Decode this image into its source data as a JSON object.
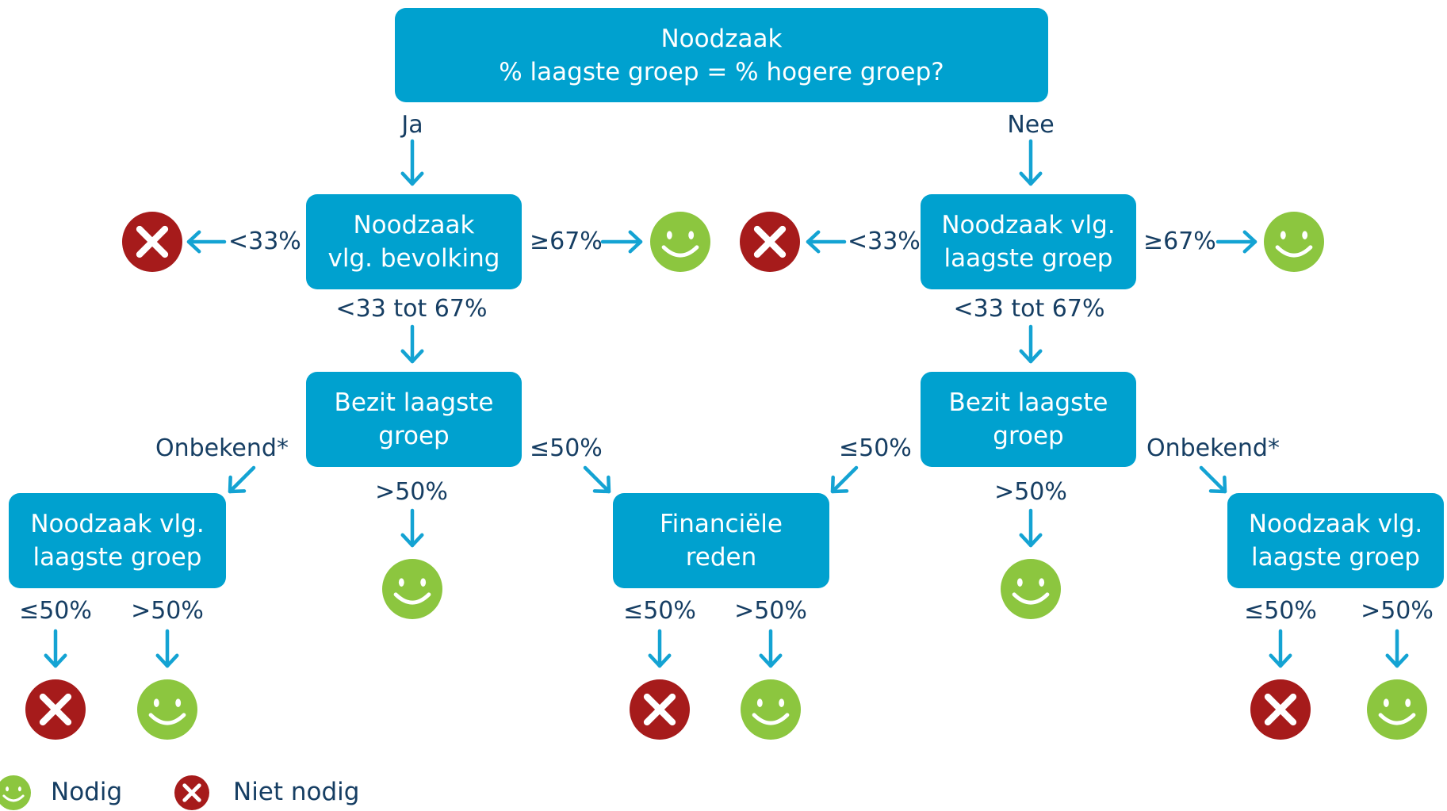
{
  "colors": {
    "box": "#00a1cf",
    "box_text": "#ffffff",
    "label_text": "#163e63",
    "arrow": "#14a3d3",
    "smiley": "#8cc63f",
    "cross": "#a61b1b"
  },
  "nodes": {
    "root": {
      "line1": "Noodzaak",
      "line2": "% laagste groep = % hogere groep?"
    },
    "left_necessity": {
      "line1": "Noodzaak",
      "line2": "vlg. bevolking"
    },
    "right_necessity": {
      "line1": "Noodzaak vlg.",
      "line2": "laagste groep"
    },
    "left_ownership": {
      "line1": "Bezit laagste",
      "line2": "groep"
    },
    "right_ownership": {
      "line1": "Bezit laagste",
      "line2": "groep"
    },
    "financial": {
      "line1": "Financiële",
      "line2": "reden"
    },
    "far_left": {
      "line1": "Noodzaak vlg.",
      "line2": "laagste groep"
    },
    "far_right": {
      "line1": "Noodzaak vlg.",
      "line2": "laagste groep"
    }
  },
  "edges": {
    "yes": "Ja",
    "no": "Nee",
    "lt33_left": "<33%",
    "ge67_left": "≥67%",
    "lt33_right": "<33%",
    "ge67_right": "≥67%",
    "mid_left": "<33 tot 67%",
    "mid_right": "<33 tot 67%",
    "unknown_left": "Onbekend*",
    "le50_left_own": "≤50%",
    "gt50_left_own": ">50%",
    "le50_right_own": "≤50%",
    "gt50_right_own": ">50%",
    "unknown_right": "Onbekend*",
    "le50_far_left": "≤50%",
    "gt50_far_left": ">50%",
    "le50_financial": "≤50%",
    "gt50_financial": ">50%",
    "le50_far_right": "≤50%",
    "gt50_far_right": ">50%"
  },
  "legend": {
    "needed": "Nodig",
    "not_needed": "Niet nodig",
    "needed_icon": "smiley-icon",
    "not_needed_icon": "cross-icon"
  }
}
